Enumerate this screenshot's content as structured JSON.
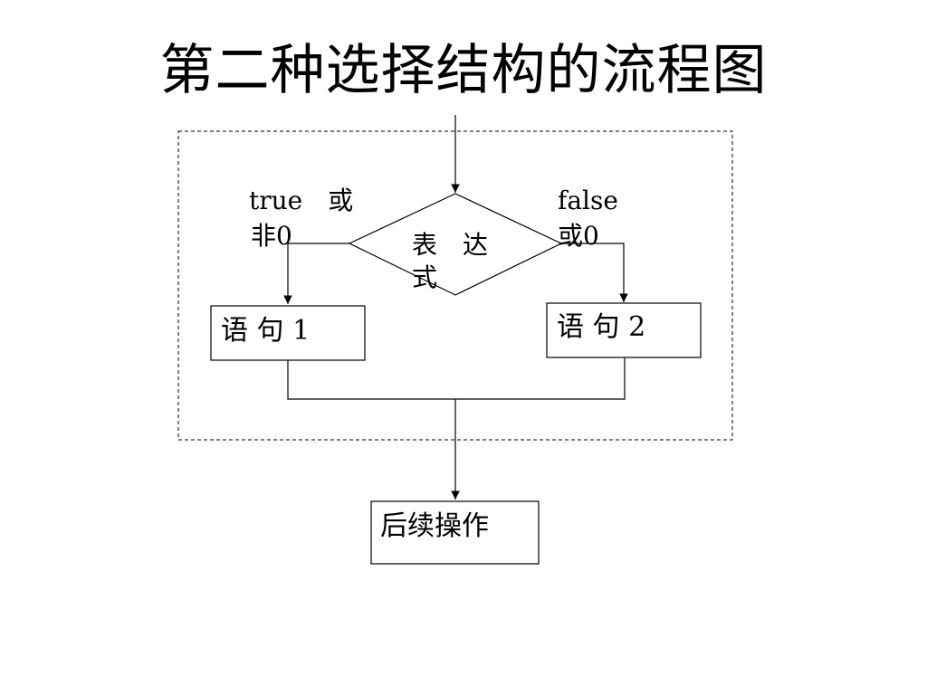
{
  "title": "第二种选择结构的流程图",
  "diamond": {
    "line1": "表　达",
    "line2": "式"
  },
  "true_label": {
    "line1": "true　或",
    "line2": "非0"
  },
  "false_label": {
    "line1": "false",
    "line2": "或0"
  },
  "statement1": "语 句 1",
  "statement2": "语 句 2",
  "next_step": "后续操作",
  "colors": {
    "stroke": "#000000",
    "background": "#ffffff"
  }
}
